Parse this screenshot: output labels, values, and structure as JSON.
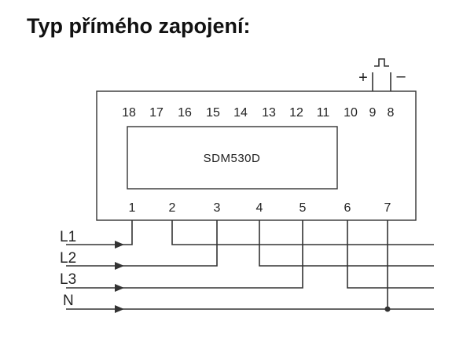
{
  "title": "Typ přímého zapojení:",
  "meter": {
    "model": "SDM530D",
    "top_terminals": [
      "18",
      "17",
      "16",
      "15",
      "14",
      "13",
      "12",
      "11",
      "10",
      "9",
      "8"
    ],
    "bottom_terminals": [
      "1",
      "2",
      "3",
      "4",
      "5",
      "6",
      "7"
    ]
  },
  "pulse_output": {
    "plus": "+",
    "minus": "–"
  },
  "lines": [
    "L1",
    "L2",
    "L3",
    "N"
  ]
}
